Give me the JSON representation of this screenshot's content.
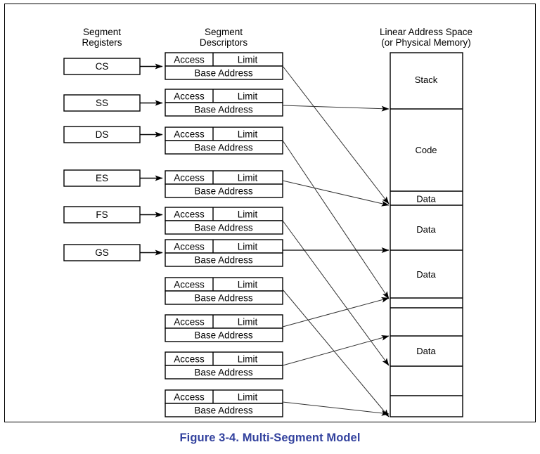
{
  "figure": {
    "caption": "Figure 3-4.  Multi-Segment Model",
    "caption_color": "#33429e",
    "background": "#ffffff",
    "line_color": "#000000"
  },
  "columns": {
    "segment_registers": {
      "title_line1": "Segment",
      "title_line2": "Registers"
    },
    "segment_descriptors": {
      "title_line1": "Segment",
      "title_line2": "Descriptors"
    },
    "linear_address_space": {
      "title_line1": "Linear Address Space",
      "title_line2": "(or Physical Memory)"
    }
  },
  "registers": [
    {
      "label": "CS"
    },
    {
      "label": "SS"
    },
    {
      "label": "DS"
    },
    {
      "label": "ES"
    },
    {
      "label": "FS"
    },
    {
      "label": "GS"
    }
  ],
  "descriptor_field_labels": {
    "access": "Access",
    "limit": "Limit",
    "base_address": "Base Address"
  },
  "descriptors": [
    {
      "index": 1,
      "access": "Access",
      "limit": "Limit",
      "base_address": "Base Address",
      "register": "CS"
    },
    {
      "index": 2,
      "access": "Access",
      "limit": "Limit",
      "base_address": "Base Address",
      "register": "SS"
    },
    {
      "index": 3,
      "access": "Access",
      "limit": "Limit",
      "base_address": "Base Address",
      "register": "DS"
    },
    {
      "index": 4,
      "access": "Access",
      "limit": "Limit",
      "base_address": "Base Address",
      "register": "ES"
    },
    {
      "index": 5,
      "access": "Access",
      "limit": "Limit",
      "base_address": "Base Address",
      "register": "FS"
    },
    {
      "index": 6,
      "access": "Access",
      "limit": "Limit",
      "base_address": "Base Address",
      "register": "GS"
    },
    {
      "index": 7,
      "access": "Access",
      "limit": "Limit",
      "base_address": "Base Address",
      "register": ""
    },
    {
      "index": 8,
      "access": "Access",
      "limit": "Limit",
      "base_address": "Base Address",
      "register": ""
    },
    {
      "index": 9,
      "access": "Access",
      "limit": "Limit",
      "base_address": "Base Address",
      "register": ""
    },
    {
      "index": 10,
      "access": "Access",
      "limit": "Limit",
      "base_address": "Base Address",
      "register": ""
    }
  ],
  "memory_segments": [
    {
      "index": 1,
      "label": "Stack"
    },
    {
      "index": 2,
      "label": "Code"
    },
    {
      "index": 3,
      "label": "Data"
    },
    {
      "index": 4,
      "label": "Data"
    },
    {
      "index": 5,
      "label": "Data"
    },
    {
      "index": 6,
      "label": ""
    },
    {
      "index": 7,
      "label": ""
    },
    {
      "index": 8,
      "label": "Data"
    },
    {
      "index": 9,
      "label": ""
    },
    {
      "index": 10,
      "label": ""
    }
  ]
}
